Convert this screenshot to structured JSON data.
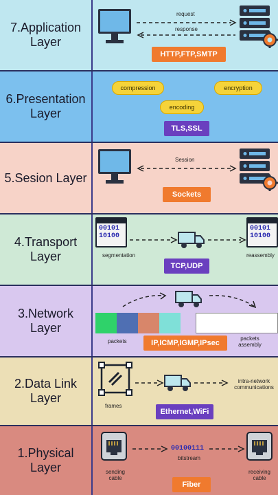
{
  "layers": [
    {
      "name": "7.Application Layer",
      "bg": "#bfe7f0",
      "request_label": "request",
      "response_label": "response",
      "protocols": "HTTP,FTP,SMTP",
      "protocol_color": "#f07a2e"
    },
    {
      "name": "6.Presentation Layer",
      "bg": "#7cc0ee",
      "functions": [
        "compression",
        "encryption",
        "encoding"
      ],
      "protocols": "TLS,SSL",
      "protocol_color": "#6a3fbf"
    },
    {
      "name": "5.Sesion Layer",
      "bg": "#f7d3c8",
      "session_label": "Session",
      "protocols": "Sockets",
      "protocol_color": "#f07a2e"
    },
    {
      "name": "4.Transport Layer",
      "bg": "#cfe9d6",
      "bits": [
        "00101",
        "10100"
      ],
      "segmentation_label": "segmentation",
      "reassembly_label": "reassembly",
      "protocols": "TCP,UDP",
      "protocol_color": "#6a3fbf"
    },
    {
      "name": "3.Network Layer",
      "bg": "#d9c8ef",
      "packets_label": "packets",
      "packets_assembly_label": "packets assembly",
      "packet_colors": [
        "#2fd26a",
        "#4f6fb3",
        "#d8866a",
        "#7fe0d8"
      ],
      "protocols": "IP,ICMP,IGMP,IPsec",
      "protocol_color": "#f07a2e"
    },
    {
      "name": "2.Data Link Layer",
      "bg": "#ecdfb6",
      "frames_label": "frames",
      "intra_label": "intra-network communications",
      "protocols": "Ethernet,WiFi",
      "protocol_color": "#6a3fbf"
    },
    {
      "name": "1.Physical Layer",
      "bg": "#d98a80",
      "bitstream_value": "00100111",
      "bitstream_label": "bitstream",
      "sending_label": "sending cable",
      "receiving_label": "receiving cable",
      "protocols": "Fiber",
      "protocol_color": "#f07a2e"
    }
  ],
  "icons": {
    "client": "computer-monitor-icon",
    "server": "server-gear-icon",
    "data": "binary-document-icon",
    "transport": "delivery-truck-icon",
    "frame": "frame-box-icon",
    "port": "ethernet-port-icon"
  }
}
